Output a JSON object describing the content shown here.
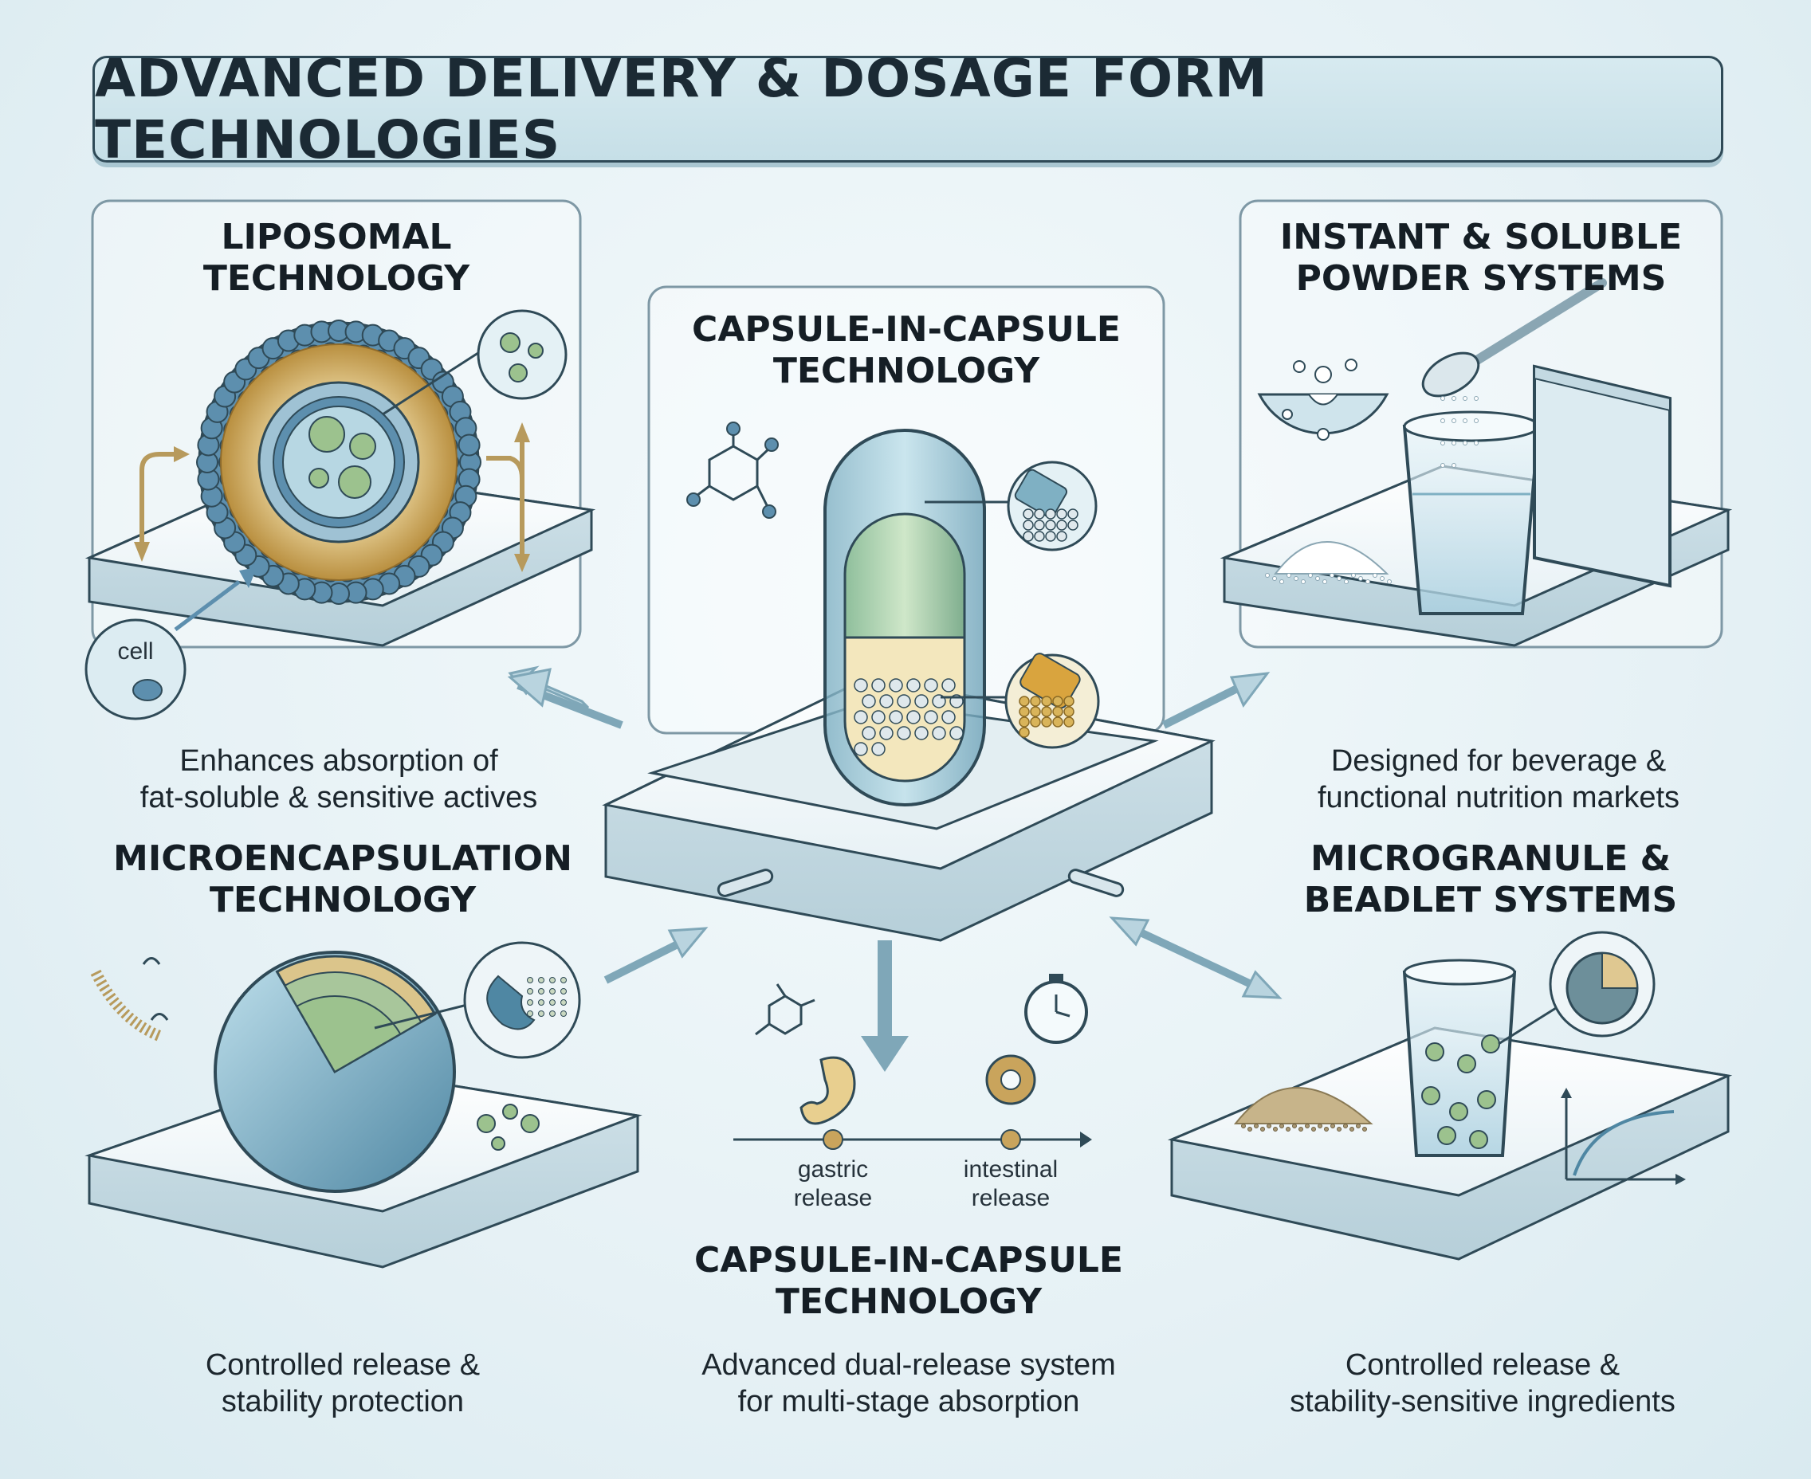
{
  "header": {
    "title": "ADVANCED DELIVERY & DOSAGE FORM TECHNOLOGIES"
  },
  "sections": {
    "liposomal": {
      "title_line1": "LIPOSOMAL",
      "title_line2": "TECHNOLOGY",
      "desc_line1": "Enhances absorption of",
      "desc_line2": "fat-soluble & sensitive actives",
      "cell_label": "cell"
    },
    "capsule_top": {
      "title_line1": "CAPSULE-IN-CAPSULE",
      "title_line2": "TECHNOLOGY"
    },
    "powder": {
      "title_line1": "INSTANT & SOLUBLE",
      "title_line2": "POWDER SYSTEMS",
      "desc_line1": "Designed for beverage &",
      "desc_line2": "functional nutrition markets"
    },
    "microencapsulation": {
      "title_line1": "MICROENCAPSULATION",
      "title_line2": "TECHNOLOGY",
      "desc_line1": "Controlled release &",
      "desc_line2": "stability protection"
    },
    "microgranule": {
      "title_line1": "MICROGRANULE &",
      "title_line2": "BEADLET SYSTEMS",
      "desc_line1": "Controlled release &",
      "desc_line2": "stability-sensitive ingredients"
    },
    "capsule_bottom": {
      "title_line1": "CAPSULE-IN-CAPSULE",
      "title_line2": "TECHNOLOGY",
      "desc_line1": "Advanced dual-release system",
      "desc_line2": "for multi-stage absorption",
      "gastric_line1": "gastric",
      "gastric_line2": "release",
      "intestinal_line1": "intestinal",
      "intestinal_line2": "release"
    }
  },
  "colors": {
    "outline": "#2f4a57",
    "blue_bead": "#5d8fae",
    "gold": "#c9a45c",
    "green": "#9cc28e",
    "glass": "#cfe6ef",
    "panel": "#f8fbfc"
  }
}
